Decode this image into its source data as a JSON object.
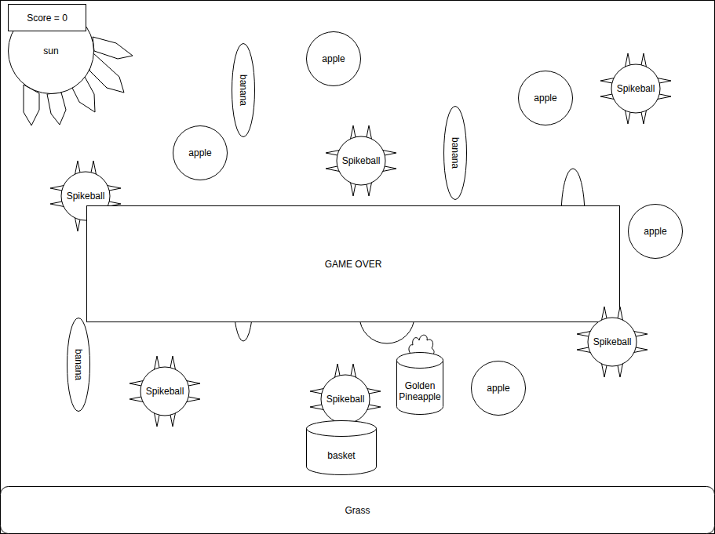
{
  "diagram": {
    "nodes": [
      {
        "text": [
          "Score = 0"
        ]
      },
      {
        "text": [
          "sun"
        ]
      },
      {
        "text": [
          "banana"
        ]
      },
      {
        "text": [
          "apple"
        ]
      },
      {
        "text": [
          "apple"
        ]
      },
      {
        "text": [
          "Spikeball"
        ]
      },
      {
        "text": [
          "banana"
        ]
      },
      {
        "text": [
          "apple"
        ]
      },
      {
        "text": [
          "Spikeball"
        ]
      },
      {
        "text": [
          "Spikeball"
        ]
      },
      {
        "text": [
          "apple"
        ]
      },
      {
        "text": [
          "GAME OVER"
        ]
      },
      {
        "text": [
          "Spikeball"
        ]
      },
      {
        "text": [
          "banana"
        ]
      },
      {
        "text": [
          "Spikeball"
        ]
      },
      {
        "text": [
          "Spikeball"
        ]
      },
      {
        "text": [
          "Golden Pineapple"
        ]
      },
      {
        "text": [
          "apple"
        ]
      },
      {
        "text": [
          "basket"
        ]
      },
      {
        "text": [
          "Grass"
        ]
      }
    ]
  }
}
